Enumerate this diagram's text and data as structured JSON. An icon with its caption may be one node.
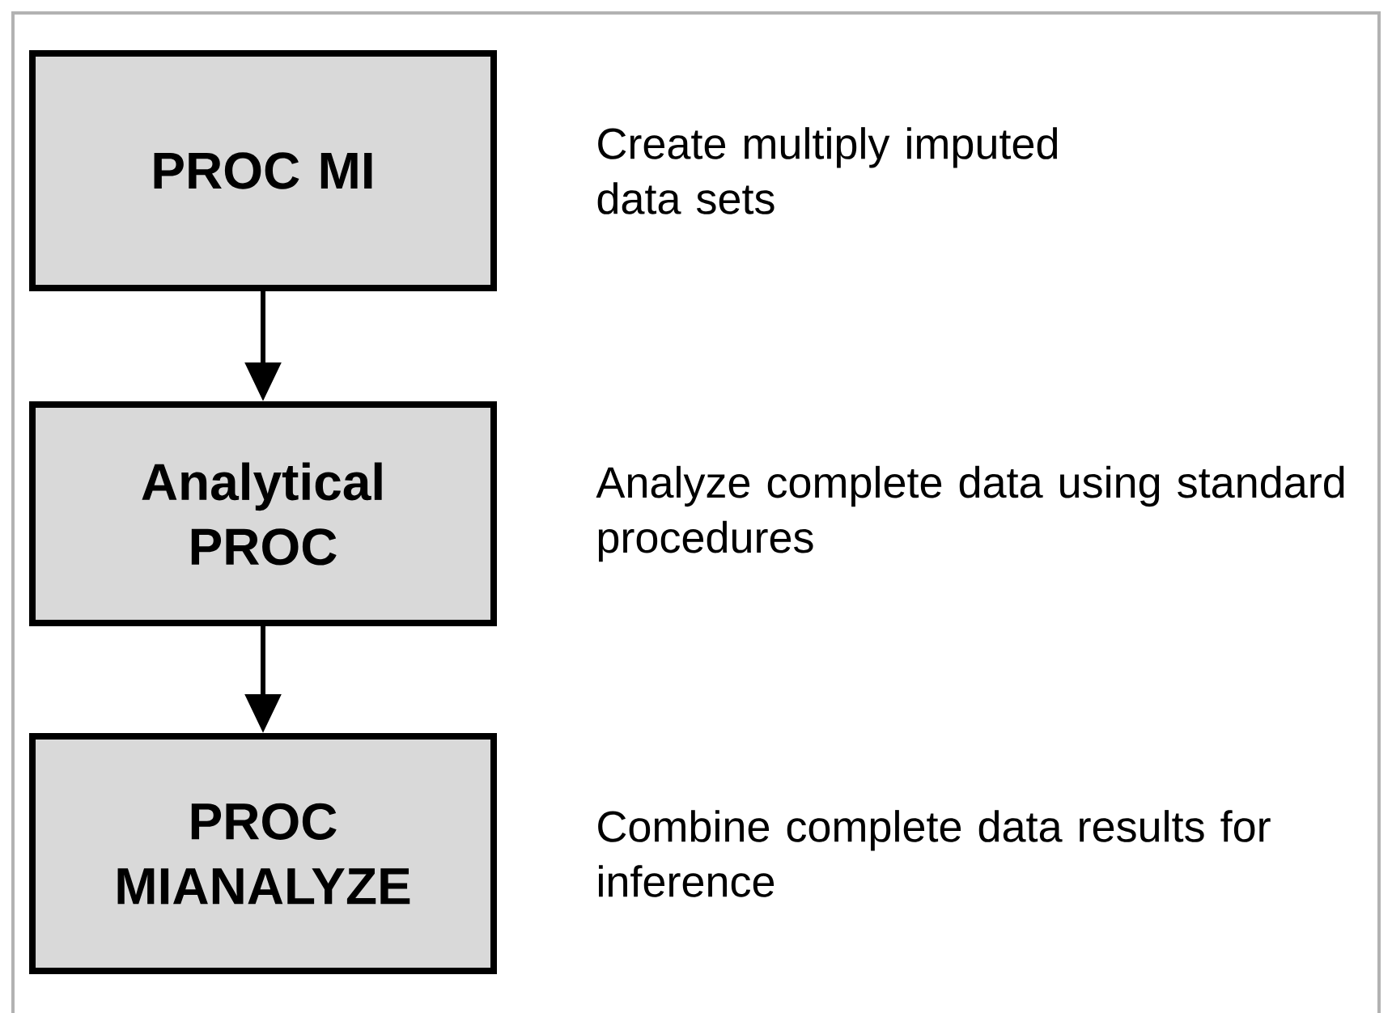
{
  "diagram": {
    "nodes": [
      {
        "text": [
          "PROC MI"
        ],
        "beside": [
          "Create multiply imputed data sets"
        ]
      },
      {
        "text": [
          "Analytical PROC"
        ],
        "beside": [
          "Analyze complete data using standard procedures"
        ]
      },
      {
        "text": [
          "PROC MIANALYZE"
        ],
        "beside": [
          "Combine complete data results for inference"
        ]
      }
    ],
    "edges": [
      {
        "from": 0,
        "to": 1,
        "arrow": "to"
      },
      {
        "from": 1,
        "to": 2,
        "arrow": "to"
      }
    ]
  }
}
